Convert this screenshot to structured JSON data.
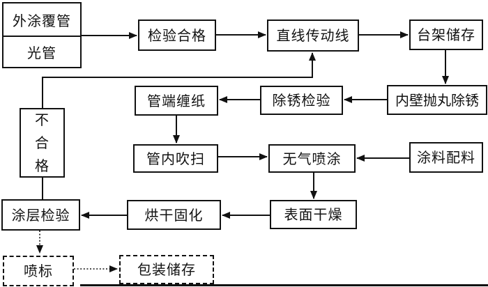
{
  "diagram": {
    "type": "flowchart",
    "background_color": "#ffffff",
    "line_color": "#111111",
    "nodes": {
      "coated_pipe": {
        "label": "外涂覆管",
        "shape": "solid-rect-top-cell"
      },
      "bare_pipe": {
        "label": "光管",
        "shape": "solid-rect-bottom-cell"
      },
      "inspection_pass": {
        "label": "检验合格",
        "shape": "solid-rect"
      },
      "linear_conveyor": {
        "label": "直线传动线",
        "shape": "solid-rect"
      },
      "rack_storage": {
        "label": "台架储存",
        "shape": "solid-rect"
      },
      "inner_wall_blast": {
        "label": "内壁抛丸除锈",
        "shape": "solid-rect"
      },
      "derust_inspection": {
        "label": "除锈检验",
        "shape": "solid-rect"
      },
      "pipe_end_wrap": {
        "label": "管端缠纸",
        "shape": "solid-rect"
      },
      "unqualified": {
        "label": "不合格",
        "shape": "solid-rect-vertical-text"
      },
      "pipe_purge": {
        "label": "管内吹扫",
        "shape": "solid-rect"
      },
      "airless_spray": {
        "label": "无气喷涂",
        "shape": "solid-rect"
      },
      "paint_batching": {
        "label": "涂料配料",
        "shape": "solid-rect"
      },
      "surface_dry": {
        "label": "表面干燥",
        "shape": "solid-rect"
      },
      "bake_cure": {
        "label": "烘干固化",
        "shape": "solid-rect"
      },
      "coating_inspection": {
        "label": "涂层检验",
        "shape": "solid-rect"
      },
      "marking": {
        "label": "喷标",
        "shape": "dashed-rect"
      },
      "packing_storage": {
        "label": "包装储存",
        "shape": "dashed-rect"
      }
    },
    "edges": [
      {
        "from": "coated_pipe/bare_pipe",
        "to": "inspection_pass",
        "style": "solid",
        "arrow": true
      },
      {
        "from": "inspection_pass",
        "to": "linear_conveyor",
        "style": "solid",
        "arrow": true
      },
      {
        "from": "linear_conveyor",
        "to": "rack_storage",
        "style": "solid",
        "arrow": true
      },
      {
        "from": "rack_storage",
        "to": "inner_wall_blast",
        "style": "solid",
        "arrow": true
      },
      {
        "from": "inner_wall_blast",
        "to": "derust_inspection",
        "style": "solid",
        "arrow": true
      },
      {
        "from": "derust_inspection",
        "to": "pipe_end_wrap",
        "style": "solid",
        "arrow": true
      },
      {
        "from": "pipe_end_wrap",
        "to": "pipe_purge",
        "style": "solid",
        "arrow": true
      },
      {
        "from": "pipe_purge",
        "to": "airless_spray",
        "style": "solid",
        "arrow": true
      },
      {
        "from": "paint_batching",
        "to": "airless_spray",
        "style": "solid",
        "arrow": true
      },
      {
        "from": "airless_spray",
        "to": "surface_dry",
        "style": "solid",
        "arrow": true
      },
      {
        "from": "surface_dry",
        "to": "bake_cure",
        "style": "solid",
        "arrow": true
      },
      {
        "from": "bake_cure",
        "to": "coating_inspection",
        "style": "solid",
        "arrow": true
      },
      {
        "from": "coating_inspection",
        "to": "unqualified",
        "style": "solid",
        "arrow": false
      },
      {
        "from": "unqualified",
        "to": "linear_conveyor",
        "style": "solid",
        "arrow": true
      },
      {
        "from": "coating_inspection",
        "to": "marking",
        "style": "dotted",
        "arrow": true
      },
      {
        "from": "marking",
        "to": "packing_storage",
        "style": "dotted",
        "arrow": true
      }
    ]
  }
}
